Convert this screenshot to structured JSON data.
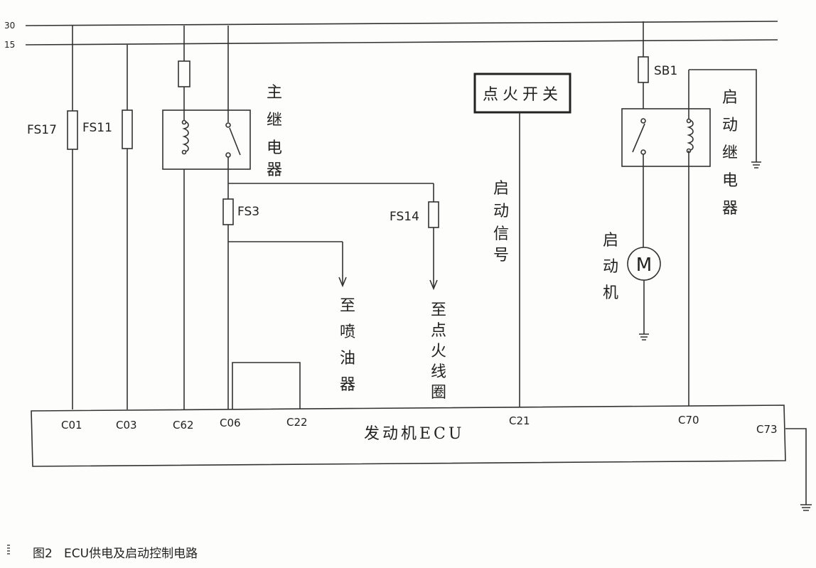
{
  "bus_lines": {
    "line_30": "30",
    "line_15": "15"
  },
  "fuses": {
    "fs17": "FS17",
    "fs11": "FS11",
    "fs3": "FS3",
    "fs14": "FS14",
    "sb1": "SB1"
  },
  "components": {
    "main_relay": "主继电器",
    "ignition_switch": "点火开关",
    "start_relay": "启动继电器",
    "starter": "启动机",
    "motor_symbol": "M",
    "start_signal": "启动信号",
    "to_injector": "至喷油器",
    "to_ignition_coil": "至点火线圈"
  },
  "ecu": {
    "label": "发动机ECU",
    "pins": {
      "c01": "C01",
      "c03": "C03",
      "c62": "C62",
      "c06": "C06",
      "c22": "C22",
      "c21": "C21",
      "c70": "C70",
      "c73": "C73"
    }
  },
  "caption": {
    "figure": "图2",
    "title": "ECU供电及启动控制电路"
  }
}
